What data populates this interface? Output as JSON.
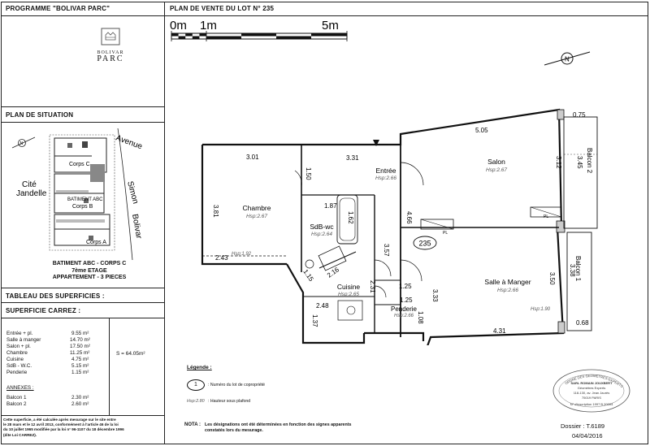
{
  "header": {
    "program": "PROGRAMME \"BOLIVAR PARC\"",
    "plan_title": "PLAN DE VENTE DU LOT N° 235"
  },
  "logo": {
    "line1": "BOLIVAR",
    "line2": "PARC"
  },
  "situation": {
    "title": "PLAN DE SITUATION",
    "street_avenue": "Avenue",
    "street_simon": "Simon",
    "street_bolivar": "Bolivar",
    "cite_1": "Cité",
    "cite_2": "Jandelle",
    "corps_c": "Corps C",
    "bat_abc": "BATIMENT ABC",
    "corps_b": "Corps B",
    "corps_a": "Corps A",
    "caption_1": "BATIMENT ABC - CORPS C",
    "caption_2": "7ème ETAGE",
    "caption_3": "APPARTEMENT - 3 PIECES"
  },
  "superficies": {
    "title": "TABLEAU DES SUPERFICIES :",
    "carrez_title": "SUPERFICIE CARREZ :",
    "rows": [
      {
        "label": "Entrée + pl.",
        "value": "9.55 m²"
      },
      {
        "label": "Salle à manger",
        "value": "14.70 m²"
      },
      {
        "label": "Salon + pl.",
        "value": "17.50 m²"
      },
      {
        "label": "Chambre",
        "value": "11.25 m²"
      },
      {
        "label": "Cuisine",
        "value": "4.75 m²"
      },
      {
        "label": "SdB - W.C.",
        "value": "5.15 m²"
      },
      {
        "label": "Penderie",
        "value": "1.15 m²"
      }
    ],
    "total": "S = 64.05m²",
    "annexes_title": "ANNEXES :",
    "annexes": [
      {
        "label": "Balcon 1",
        "value": "2.30 m²"
      },
      {
        "label": "Balcon 2",
        "value": "2.60 m²"
      }
    ],
    "footnote": [
      "Cette superficie, a été calculée après mesurage sur le site entre",
      "le 28 mars et le 12 avril 2013, conformément à l'article 46 de la loi",
      "du 10 juillet 1965 modifiée par la loi n° 96-1107 du 18 décembre 1996",
      "(dite Loi CARREZ)."
    ]
  },
  "scale": {
    "l0": "0m",
    "l1": "1m",
    "l5": "5m"
  },
  "rooms": {
    "chambre": {
      "name": "Chambre",
      "hsp": "Hsp:2.67"
    },
    "entree": {
      "name": "Entrée",
      "hsp": "Hsp:2.66"
    },
    "salon": {
      "name": "Salon",
      "hsp": "Hsp:2.67"
    },
    "sdb": {
      "name": "SdB-wc",
      "hsp": "Hsp:2.64"
    },
    "cuisine": {
      "name": "Cuisine",
      "hsp": "Hsp:2.65"
    },
    "penderie": {
      "name": "Penderie",
      "hsp": "Hsp:2.66"
    },
    "sam": {
      "name": "Salle à Manger",
      "hsp": "Hsp:2.66"
    },
    "balcon2": "Balcon 2",
    "balcon1": "Balcon 1",
    "hsp_192": "Hsp:1.92",
    "hsp_190": "Hsp:1.90",
    "pl": "PL"
  },
  "dims": {
    "d301": "3.01",
    "d331": "3.31",
    "d505": "5.05",
    "d075": "0.75",
    "d381": "3.81",
    "d150": "1.50",
    "d187": "1.87",
    "d162": "1.62",
    "d312": "3.12",
    "d345": "3.45",
    "d466": "4.66",
    "d243": "2.43",
    "d357": "3.57",
    "d216": "2.16",
    "d115": "1.15",
    "d231": "2.31",
    "d125a": "1.25",
    "d125b": "1.25",
    "d248": "2.48",
    "d137": "1.37",
    "d108": "1.08",
    "d333": "3.33",
    "d350": "3.50",
    "d338": "3.38",
    "d431": "4.31",
    "d068": "0.68",
    "lot": "235"
  },
  "legend": {
    "title": "Légende :",
    "item1_symbol": "1",
    "item1_text": ": Numéro du lot de copropriété",
    "item2_symbol": "Hsp:2.80",
    "item2_text": ": Hauteur sous plafond",
    "nota_label": "NOTA :",
    "nota_1": "Les désignations ont été déterminées en fonction des signes apparents",
    "nota_2": "constatés lors du mesurage."
  },
  "stamp": {
    "ring": "ORDRE DES GEOMETRES-EXPERTS",
    "l1": "SARL ROMAIN JOUXBERT",
    "l2": "Géomètres Experts",
    "l3": "118-130, av. Jean Jaurès",
    "l4": "75019 PARIS",
    "l5": "N° d'inscription 1997 B 20004"
  },
  "dossier": {
    "label": "Dossier : T.6189",
    "date": "04/04/2016"
  },
  "north": "N"
}
